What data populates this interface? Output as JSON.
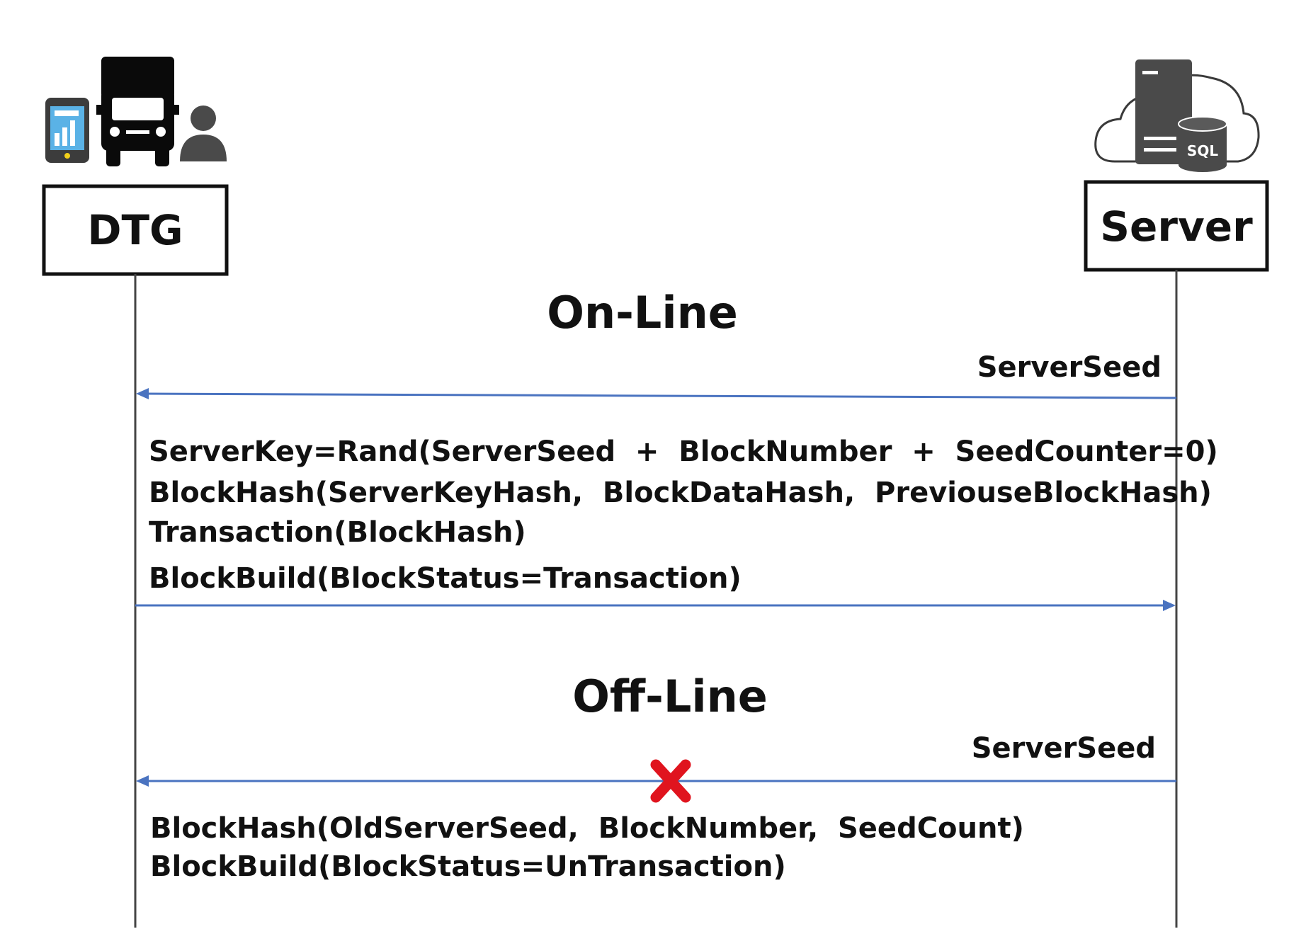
{
  "actors": {
    "left": {
      "label": "DTG",
      "icons": [
        "smartphone-icon",
        "truck-icon",
        "person-icon"
      ]
    },
    "right": {
      "label": "Server",
      "icons": [
        "cloud-icon",
        "server-icon",
        "database-icon"
      ],
      "database_label": "SQL"
    }
  },
  "colors": {
    "arrow": "#4a73c0",
    "lifeline": "#444444",
    "border": "#111111",
    "cross": "#e0141e"
  },
  "sections": {
    "online": {
      "title": "On-Line",
      "seed_message": "ServerSeed",
      "note_lines": [
        "ServerKey=Rand(ServerSeed  +  BlockNumber  +  SeedCounter=0)",
        "BlockHash(ServerKeyHash,  BlockDataHash,  PreviouseBlockHash)",
        "Transaction(BlockHash)",
        "BlockBuild(BlockStatus=Transaction)"
      ]
    },
    "offline": {
      "title": "Off-Line",
      "seed_message": "ServerSeed",
      "note_lines": [
        "BlockHash(OldServerSeed,  BlockNumber,  SeedCount)",
        "BlockBuild(BlockStatus=UnTransaction)"
      ]
    }
  }
}
